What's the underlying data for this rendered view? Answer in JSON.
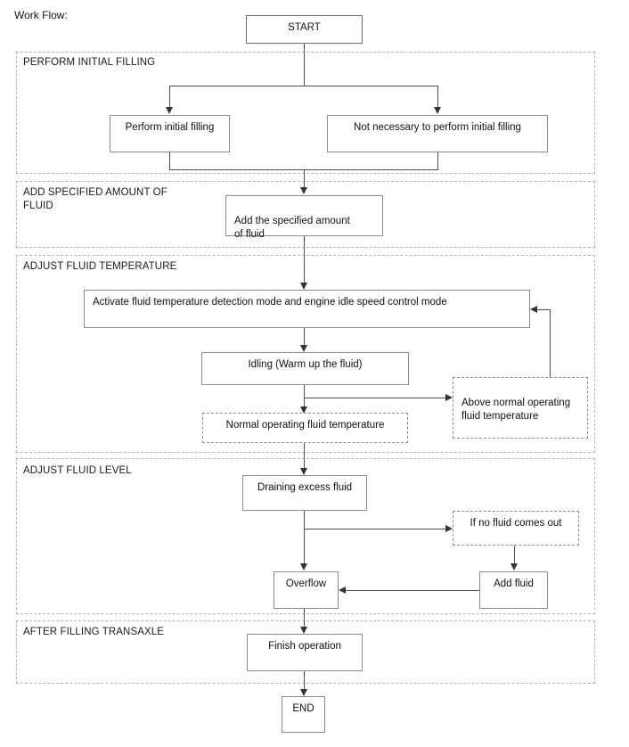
{
  "page": {
    "title": "Work Flow:"
  },
  "sections": [
    {
      "id": "perform-initial-filling",
      "label": "PERFORM INITIAL FILLING"
    },
    {
      "id": "add-specified-amount-of-fluid",
      "label": "ADD SPECIFIED AMOUNT OF\nFLUID"
    },
    {
      "id": "adjust-fluid-temperature",
      "label": "ADJUST FLUID TEMPERATURE"
    },
    {
      "id": "adjust-fluid-level",
      "label": "ADJUST FLUID LEVEL"
    },
    {
      "id": "after-filling-transaxle",
      "label": "AFTER FILLING TRANSAXLE"
    }
  ],
  "nodes": {
    "start": "START",
    "perform_initial_filling": "Perform initial filling",
    "not_necessary": "Not necessary to perform initial filling",
    "add_specified_amount": "Add the specified amount\nof fluid",
    "activate_modes": "Activate fluid temperature detection mode and engine idle speed control mode",
    "idling": "Idling (Warm up the fluid)",
    "normal_operating_temp": "Normal operating fluid temperature",
    "above_normal_temp": "Above normal operating\nfluid temperature",
    "draining_excess_fluid": "Draining excess fluid",
    "if_no_fluid_comes_out": "If no fluid comes out",
    "overflow": "Overflow",
    "add_fluid": "Add fluid",
    "finish_operation": "Finish operation",
    "end": "END"
  },
  "colors": {
    "box_border": "#8c8c8c",
    "section_border": "#b4b4b4",
    "connector": "#4d4d4d",
    "arrow_head": "#333333",
    "text": "#111111",
    "background": "#ffffff"
  }
}
